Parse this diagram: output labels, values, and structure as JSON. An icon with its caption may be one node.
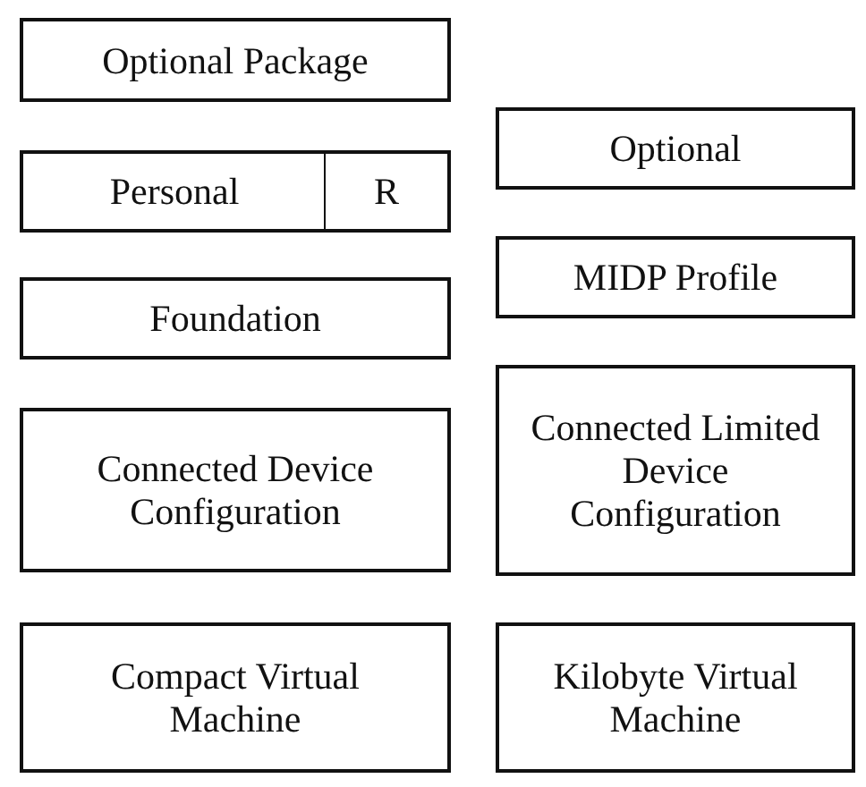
{
  "diagram": {
    "nodes": [
      {
        "text": [
          "Optional Package"
        ]
      },
      {
        "text": [
          "Personal"
        ]
      },
      {
        "text": [
          "R"
        ]
      },
      {
        "text": [
          "Foundation"
        ]
      },
      {
        "text": [
          "Connected Device Configuration"
        ]
      },
      {
        "text": [
          "Compact Virtual Machine"
        ]
      },
      {
        "text": [
          "Optional"
        ]
      },
      {
        "text": [
          "MIDP Profile"
        ]
      },
      {
        "text": [
          "Connected Limited Device Configuration"
        ]
      },
      {
        "text": [
          "Kilobyte Virtual Machine"
        ]
      }
    ]
  }
}
